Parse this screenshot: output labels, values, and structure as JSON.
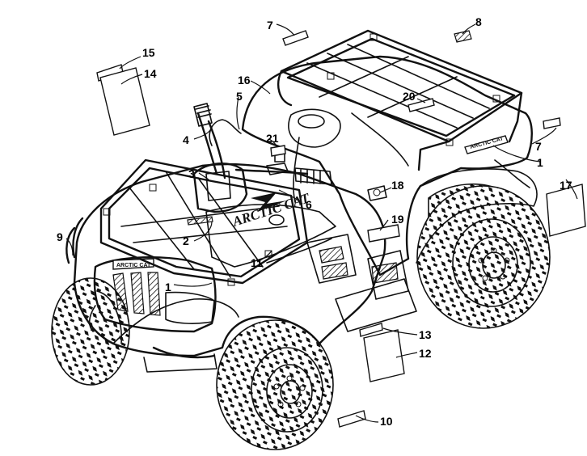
{
  "diagram": {
    "callouts": [
      {
        "id": "c1a",
        "label": "1"
      },
      {
        "id": "c1b",
        "label": "1"
      },
      {
        "id": "c2",
        "label": "2"
      },
      {
        "id": "c3",
        "label": "3"
      },
      {
        "id": "c4",
        "label": "4"
      },
      {
        "id": "c5",
        "label": "5"
      },
      {
        "id": "c6",
        "label": "6"
      },
      {
        "id": "c7a",
        "label": "7"
      },
      {
        "id": "c7b",
        "label": "7"
      },
      {
        "id": "c8",
        "label": "8"
      },
      {
        "id": "c9",
        "label": "9"
      },
      {
        "id": "c10",
        "label": "10"
      },
      {
        "id": "c11",
        "label": "11"
      },
      {
        "id": "c12",
        "label": "12"
      },
      {
        "id": "c13",
        "label": "13"
      },
      {
        "id": "c14",
        "label": "14"
      },
      {
        "id": "c15",
        "label": "15"
      },
      {
        "id": "c16",
        "label": "16"
      },
      {
        "id": "c17",
        "label": "17"
      },
      {
        "id": "c18",
        "label": "18"
      },
      {
        "id": "c19",
        "label": "19"
      },
      {
        "id": "c20",
        "label": "20"
      },
      {
        "id": "c21",
        "label": "21"
      }
    ],
    "hood_logo": "ARCTIC CAT",
    "grille_badge": "ARCTIC CAT",
    "rack_badge": "ARCTIC CAT"
  }
}
